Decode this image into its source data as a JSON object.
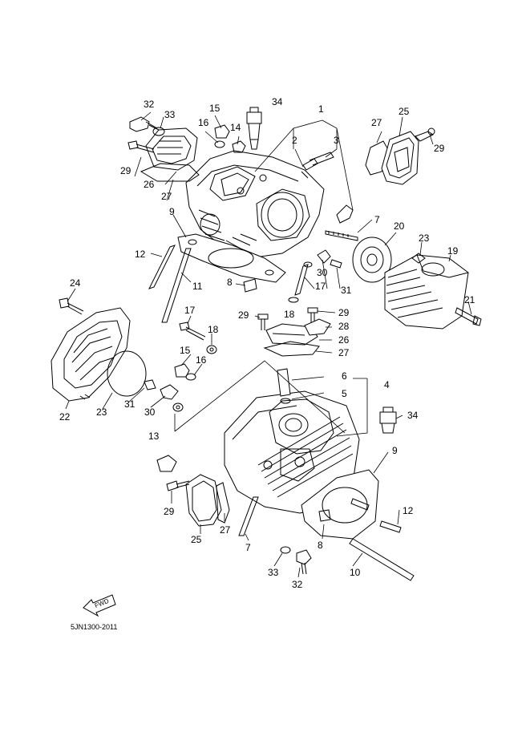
{
  "diagram_code": "5JN1300-2011",
  "fwd_label": "FWD",
  "callouts": {
    "c1": "1",
    "c2": "2",
    "c3": "3",
    "c4": "4",
    "c5": "5",
    "c6": "6",
    "c7a": "7",
    "c7b": "7",
    "c8a": "8",
    "c8b": "8",
    "c9a": "9",
    "c9b": "9",
    "c10": "10",
    "c11": "11",
    "c12a": "12",
    "c12b": "12",
    "c13": "13",
    "c14": "14",
    "c15a": "15",
    "c15b": "15",
    "c16a": "16",
    "c16b": "16",
    "c17a": "17",
    "c17b": "17",
    "c18a": "18",
    "c18b": "18",
    "c19": "19",
    "c20": "20",
    "c21": "21",
    "c22": "22",
    "c23a": "23",
    "c23b": "23",
    "c24": "24",
    "c25a": "25",
    "c25b": "25",
    "c26a": "26",
    "c26b": "26",
    "c27a": "27",
    "c27b": "27",
    "c27c": "27",
    "c27d": "27",
    "c28": "28",
    "c29a": "29",
    "c29b": "29",
    "c29c": "29",
    "c29d": "29",
    "c30a": "30",
    "c30b": "30",
    "c31a": "31",
    "c31b": "31",
    "c32a": "32",
    "c32b": "32",
    "c33a": "33",
    "c33b": "33",
    "c34a": "34",
    "c34b": "34"
  }
}
